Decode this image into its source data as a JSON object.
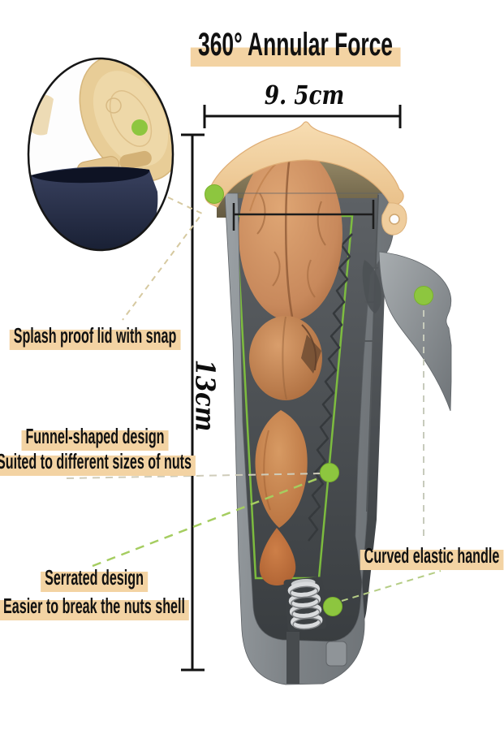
{
  "title": "360° Annular Force",
  "dimensions": {
    "width": "9. 5cm",
    "height": "13cm"
  },
  "callouts": {
    "splash_lid": "Splash proof lid with snap",
    "funnel_line1": "Funnel-shaped design",
    "funnel_line2": "Suited to different sizes of nuts",
    "serrated_line1": "Serrated design",
    "serrated_line2": "Easier to break the nuts shell",
    "handle": "Curved elastic handle"
  },
  "colors": {
    "text_highlight": "#f3d3a3",
    "feature_marker_green": "#8dc63f",
    "lid_tan": "#f0cfa0",
    "body_gray": "#7b8084",
    "interior_gray": "#4a4e52",
    "cup_navy": "#222a45",
    "walnut_brown": "#c8895c",
    "spring_silver": "#d6d8da",
    "dimension_black": "#111111"
  }
}
